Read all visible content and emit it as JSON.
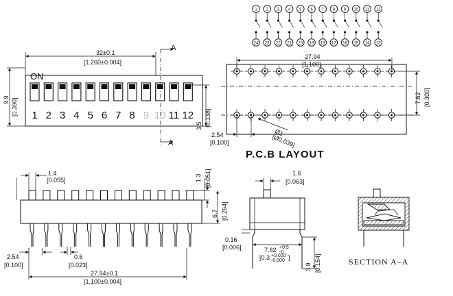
{
  "top_view": {
    "on_label": "ON",
    "switch_numbers": [
      "1",
      "2",
      "3",
      "4",
      "5",
      "6",
      "7",
      "8",
      "9",
      "10",
      "11",
      "12"
    ],
    "faded_numbers": [
      "9",
      "10"
    ],
    "section_marker": "A",
    "length_mm": "32±0.1",
    "length_in": "[1.260±0.004]",
    "height_mm": "9.9",
    "height_in": "[0.390]",
    "offset_mm": "3.5",
    "offset_in": "[0.138]"
  },
  "schematic": {
    "top_pins": [
      "1",
      "2",
      "3",
      "4",
      "5",
      "6",
      "7",
      "8",
      "9",
      "10",
      "11",
      "12"
    ],
    "bottom_pins": [
      "24",
      "23",
      "22",
      "21",
      "20",
      "19",
      "18",
      "17",
      "16",
      "15",
      "14",
      "13"
    ]
  },
  "pcb_layout": {
    "title": "P.C.B LAYOUT",
    "pitch_mm": "2.54",
    "pitch_in": "[0.100]",
    "span_mm": "27.94",
    "span_in": "[1.100]",
    "row_mm": "7.62",
    "row_in": "[0.300]",
    "hole_mm": "Ø1",
    "hole_in": "[Ø0.039]"
  },
  "side_view": {
    "pin_width_mm": "1.4",
    "pin_width_in": "[0.055]",
    "actuator_mm": "1.3",
    "actuator_in": "[0.051]",
    "body_mm": "6.7",
    "body_in": "[0.264]",
    "pitch_mm": "2.54",
    "pitch_in": "[0.100]",
    "lead_mm": "0.6",
    "lead_in": "[0.023]",
    "span_mm": "27.94±0.1",
    "span_in": "[1.100±0.004]"
  },
  "end_view": {
    "actuator_mm": "1.6",
    "actuator_in": "[0.063]",
    "standoff_mm": "0.16",
    "standoff_in": "[0.006]",
    "row_mm": "7.62",
    "row_tol_plus": "+0.5",
    "row_tol_minus": "-0",
    "row_in": "[0.3",
    "row_in_tol": "+0.020",
    "row_in_tol_minus": "-0.000",
    "row_in_close": "]",
    "lead_mm": "3.9",
    "lead_in": "[0.154]"
  },
  "section": {
    "label": "SECTION  A–A"
  }
}
